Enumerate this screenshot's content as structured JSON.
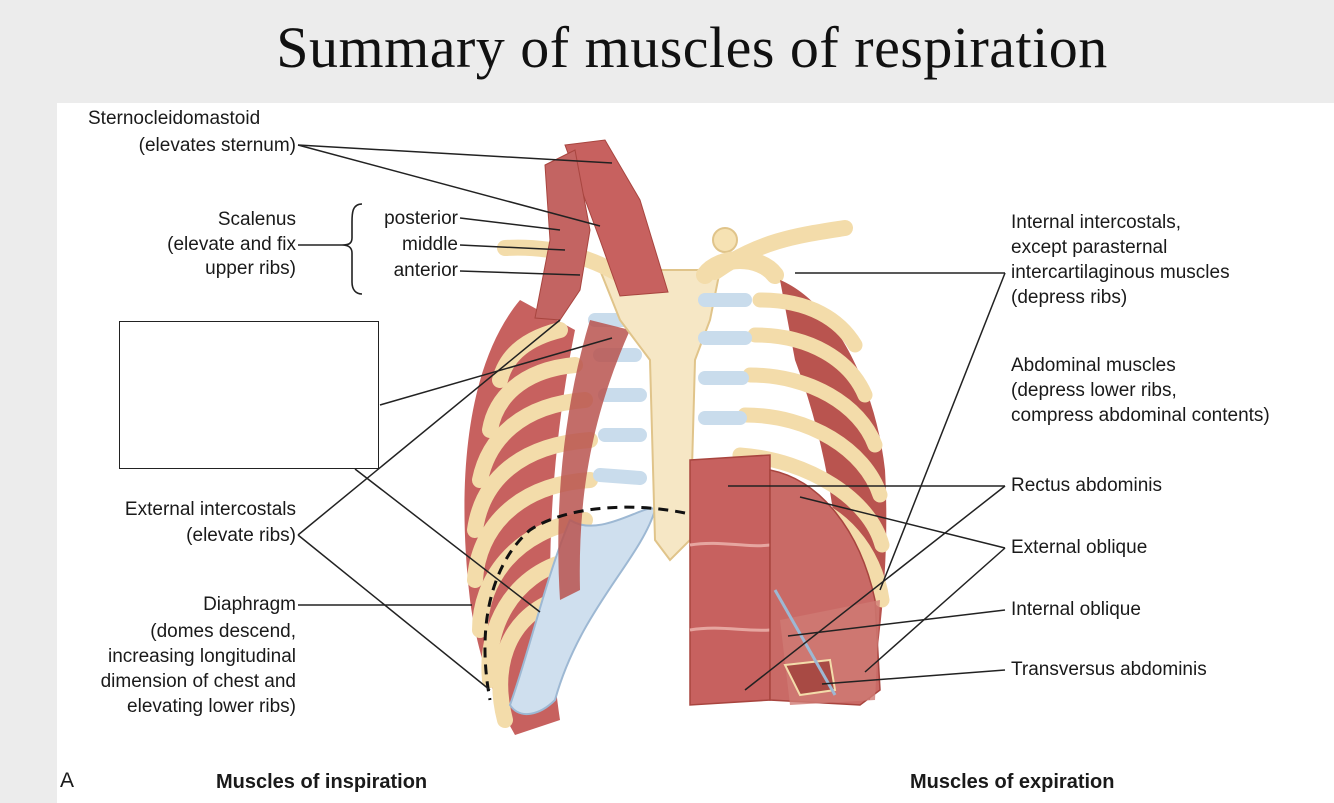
{
  "title": "Summary of muscles of respiration",
  "labels": {
    "sternocleidomastoid": "Sternocleidomastoid",
    "sternocleidomastoid_fn": "(elevates sternum)",
    "scalenus": "Scalenus",
    "scalenus_fn1": "(elevate and fix",
    "scalenus_fn2": "upper ribs)",
    "scalenus_posterior": "posterior",
    "scalenus_middle": "middle",
    "scalenus_anterior": "anterior",
    "external_intercostals": "External intercostals",
    "external_intercostals_fn": "(elevate ribs)",
    "diaphragm": "Diaphragm",
    "diaphragm_fn1": "(domes descend,",
    "diaphragm_fn2": "increasing longitudinal",
    "diaphragm_fn3": "dimension of chest and",
    "diaphragm_fn4": "elevating lower ribs)",
    "internal_intercostals1": "Internal intercostals,",
    "internal_intercostals2": "except parasternal",
    "internal_intercostals3": "intercartilaginous muscles",
    "internal_intercostals4": "(depress ribs)",
    "abdominal1": "Abdominal muscles",
    "abdominal2": "(depress lower ribs,",
    "abdominal3": "compress abdominal contents)",
    "rectus": "Rectus abdominis",
    "ext_oblique": "External oblique",
    "int_oblique": "Internal oblique",
    "transversus": "Transversus abdominis",
    "panel_letter": "A",
    "inspiration": "Muscles of inspiration",
    "expiration": "Muscles of expiration"
  },
  "colors": {
    "muscle": "#c7615f",
    "muscle_dark": "#a8453f",
    "bone": "#f6e2b3",
    "bone_edge": "#e0c48a",
    "cartilage": "#c9dcec",
    "cartilage_edge": "#9db8d3"
  }
}
